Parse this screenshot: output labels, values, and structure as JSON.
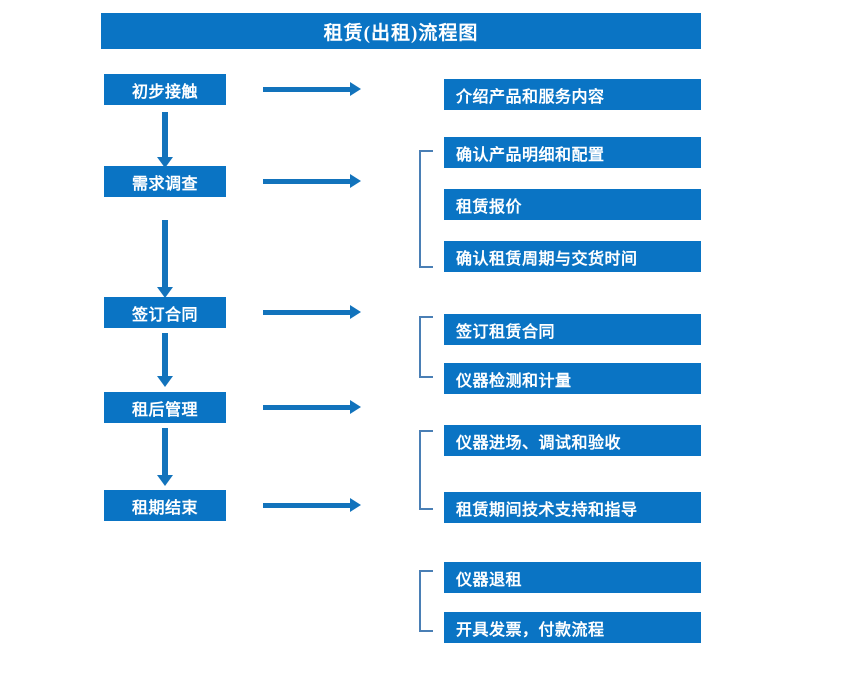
{
  "chart_data": {
    "type": "diagram",
    "title": "租赁(出租)流程图",
    "diagram_kind": "flowchart",
    "orientation": "vertical-with-branches",
    "accent_color": "#0a74c4",
    "arrow_color": "#1273bc",
    "bracket_color": "#4a7fb5",
    "text_color": "#ffffff",
    "background_color": "#ffffff",
    "stages": [
      {
        "label": "初步接触",
        "details": [
          "介绍产品和服务内容"
        ],
        "bracketed": false
      },
      {
        "label": "需求调查",
        "details": [
          "确认产品明细和配置",
          "租赁报价",
          "确认租赁周期与交货时间"
        ],
        "bracketed": true
      },
      {
        "label": "签订合同",
        "details": [
          "签订租赁合同",
          "仪器检测和计量"
        ],
        "bracketed": true
      },
      {
        "label": "租后管理",
        "details": [
          "仪器进场、调试和验收",
          "租赁期间技术支持和指导"
        ],
        "bracketed": true
      },
      {
        "label": "租期结束",
        "details": [
          "仪器退租",
          "开具发票，付款流程"
        ],
        "bracketed": true
      }
    ]
  },
  "header": {
    "title": "租赁(出租)流程图"
  },
  "stage_boxes": [
    {
      "label": "初步接触"
    },
    {
      "label": "需求调查"
    },
    {
      "label": "签订合同"
    },
    {
      "label": "租后管理"
    },
    {
      "label": "租期结束"
    }
  ],
  "detail_boxes": [
    {
      "label": "介绍产品和服务内容"
    },
    {
      "label": "确认产品明细和配置"
    },
    {
      "label": "租赁报价"
    },
    {
      "label": "确认租赁周期与交货时间"
    },
    {
      "label": "签订租赁合同"
    },
    {
      "label": "仪器检测和计量"
    },
    {
      "label": "仪器进场、调试和验收"
    },
    {
      "label": "租赁期间技术支持和指导"
    },
    {
      "label": "仪器退租"
    },
    {
      "label": "开具发票，付款流程"
    }
  ]
}
